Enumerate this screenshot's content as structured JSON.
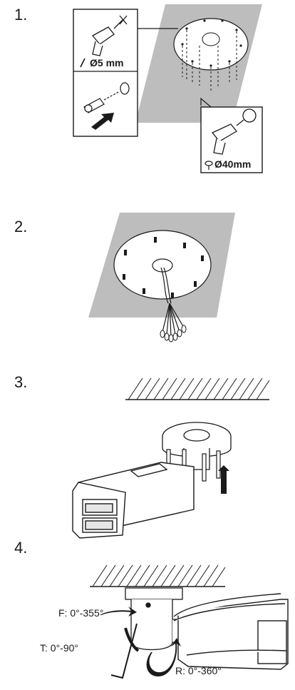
{
  "steps": [
    {
      "number": "1."
    },
    {
      "number": "2."
    },
    {
      "number": "3."
    },
    {
      "number": "4."
    }
  ],
  "step1": {
    "drill_bit_label": "Ø5 mm",
    "hole_saw_label": "Ø40mm"
  },
  "step4": {
    "pan_label": "F: 0°-355°",
    "tilt_label": "T: 0°-90°",
    "rotate_label": "R: 0°-360°"
  },
  "colors": {
    "plate": "#bdbdbd",
    "ink": "#1a1a1a"
  }
}
